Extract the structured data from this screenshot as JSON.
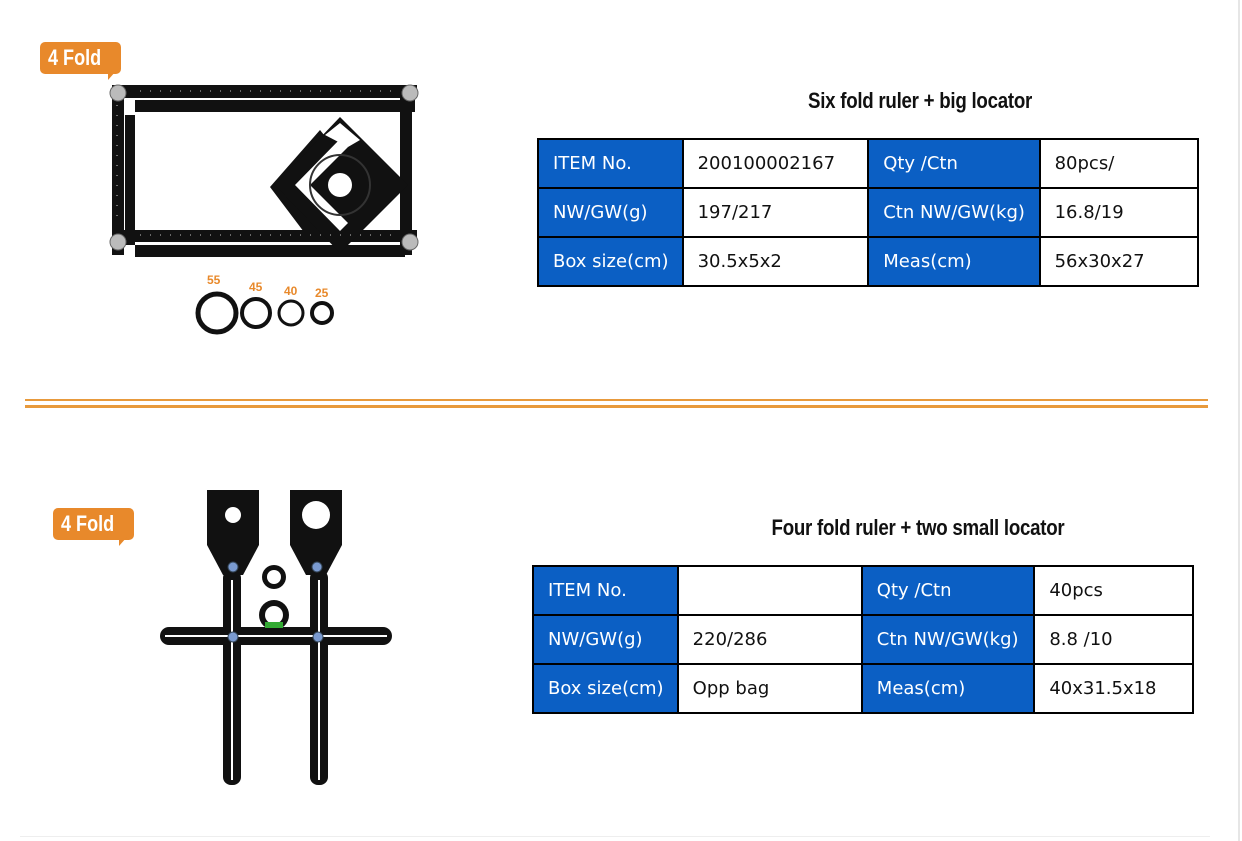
{
  "products": [
    {
      "title": "Six fold ruler + big locator",
      "badge": "4 Fold",
      "ring_sizes": [
        "55",
        "45",
        "40",
        "25"
      ],
      "specs": [
        {
          "k1": "ITEM No.",
          "v1": "200100002167",
          "k2": "Qty /Ctn",
          "v2": "80pcs/"
        },
        {
          "k1": "NW/GW(g)",
          "v1": "197/217",
          "k2": "Ctn NW/GW(kg)",
          "v2": "16.8/19"
        },
        {
          "k1": "Box size(cm)",
          "v1": "30.5x5x2",
          "k2": "Meas(cm)",
          "v2": "56x30x27"
        }
      ]
    },
    {
      "title": "Four fold ruler + two small locator",
      "badge": "4 Fold",
      "specs": [
        {
          "k1": "ITEM No.",
          "v1": "",
          "k2": "Qty /Ctn",
          "v2": "40pcs"
        },
        {
          "k1": "NW/GW(g)",
          "v1": "220/286",
          "k2": "Ctn NW/GW(kg)",
          "v2": "8.8 /10"
        },
        {
          "k1": "Box size(cm)",
          "v1": "Opp bag",
          "k2": "Meas(cm)",
          "v2": "40x31.5x18"
        }
      ]
    }
  ],
  "colors": {
    "header_blue": "#0b5fc4",
    "accent_orange": "#e8892b"
  }
}
